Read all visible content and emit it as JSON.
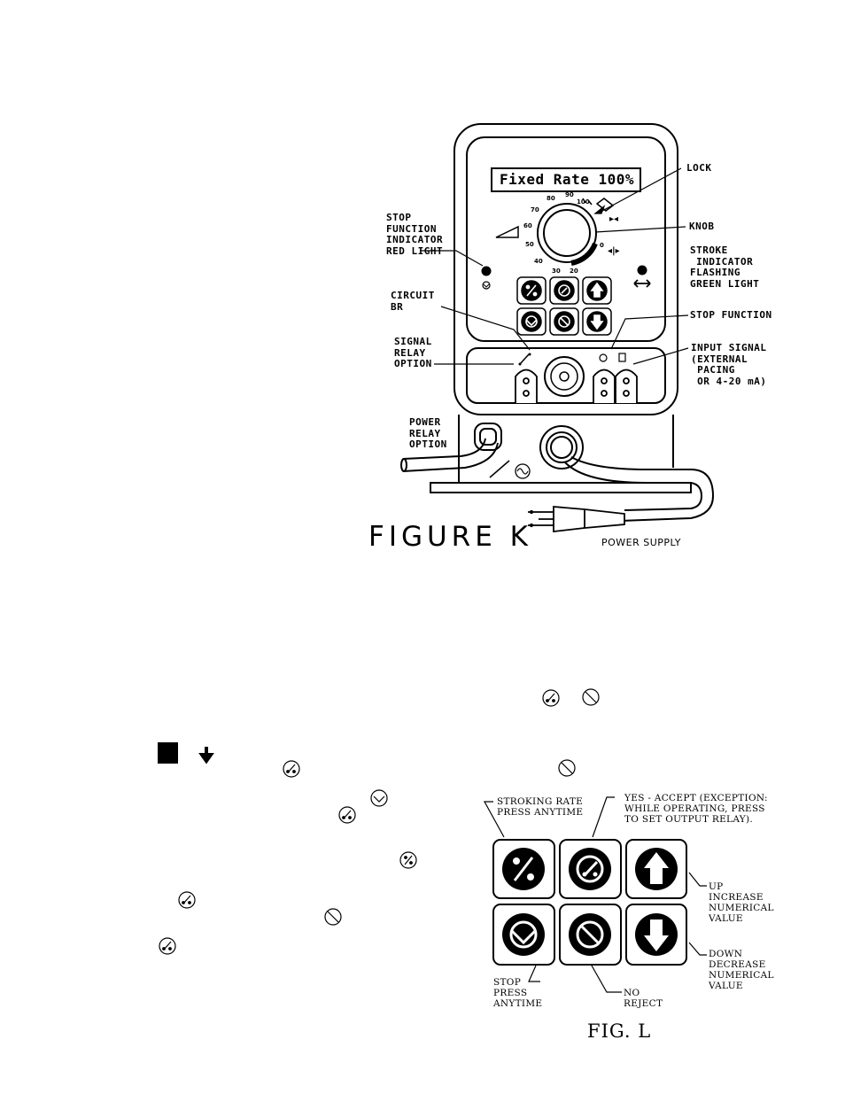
{
  "figure_k": {
    "caption": "FIGURE K",
    "display_text": "Fixed Rate 100%",
    "dial_ticks": [
      "100",
      "90",
      "80",
      "70",
      "60",
      "50",
      "40",
      "30",
      "20",
      "0"
    ],
    "labels": {
      "lock": "LOCK",
      "knob": "KNOB",
      "stop_function_indicator": "STOP\nFUNCTION\nINDICATOR\nRED LIGHT",
      "stroke_indicator": "STROKE\n INDICATOR\nFLASHING\nGREEN LIGHT",
      "circuit_br": "CIRCUIT\nBR",
      "stop_function": "STOP FUNCTION",
      "signal_relay": "SIGNAL\nRELAY\nOPTION",
      "input_signal": "INPUT SIGNAL\n(EXTERNAL\n PACING\n OR 4-20 mA)",
      "power_relay": "POWER\nRELAY\nOPTION",
      "power_supply": "POWER SUPPLY"
    }
  },
  "figure_l": {
    "caption": "FIG. L",
    "labels": {
      "stroking_rate": "STROKING RATE\nPRESS ANYTIME",
      "yes_accept": "YES - ACCEPT (EXCEPTION:\nWHILE OPERATING, PRESS\nTO SET OUTPUT RELAY).",
      "up": "UP\nINCREASE\nNUMERICAL\nVALUE",
      "down": "DOWN\nDECREASE\nNUMERICAL\nVALUE",
      "stop": "STOP\nPRESS\nANYTIME",
      "no_reject": "NO\nREJECT"
    }
  },
  "icons": [
    "percent-icon",
    "yes-icon",
    "up-arrow-icon",
    "stop-icon",
    "no-icon",
    "down-arrow-icon",
    "plug-icon",
    "lock-icon"
  ]
}
